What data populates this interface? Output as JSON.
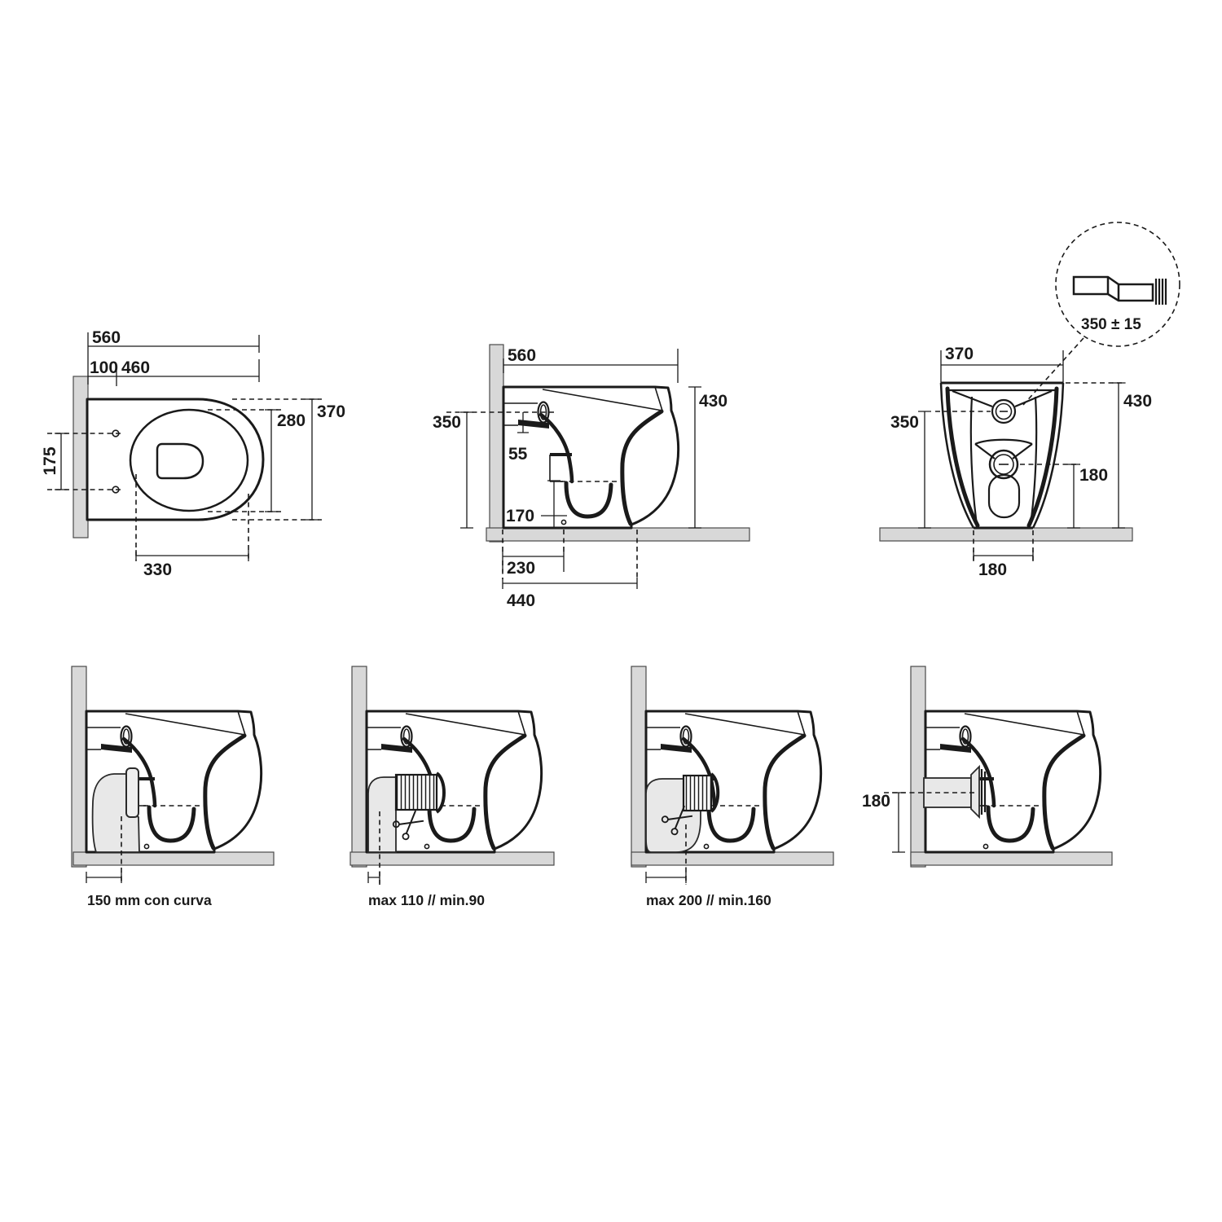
{
  "colors": {
    "line": "#1a1a1a",
    "wall_fill": "#d8d8d8",
    "pipe_fill": "#e8e8e8",
    "background": "#ffffff"
  },
  "top_view": {
    "depth": "560",
    "wall_offset": "100",
    "bowl_depth": "460",
    "seat_inner_width": "280",
    "width": "370",
    "fixing_holes_distance": "175",
    "seat_inner_length": "330"
  },
  "side_view": {
    "depth": "560",
    "height": "430",
    "inlet_height": "350",
    "inlet_drop": "55",
    "trap_height": "170",
    "fixing_hole_distance": "230",
    "base_depth": "440"
  },
  "front_view": {
    "width": "370",
    "height": "430",
    "inlet_height": "350",
    "outlet_height": "180",
    "base_width": "180"
  },
  "detail": {
    "offset_adapter": "350 ± 15"
  },
  "installations": {
    "elbow": "150 mm con curva",
    "flex_short": "max 110 // min.90",
    "flex_long": "max 200 // min.160",
    "horizontal_outlet_height": "180"
  }
}
